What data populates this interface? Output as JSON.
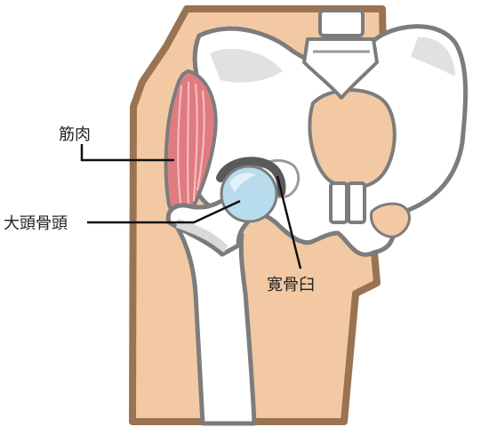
{
  "labels": {
    "muscle": "筋肉",
    "femoral_head": "大頭骨頭",
    "acetabulum": "寛骨臼"
  },
  "colors": {
    "skin": "#f2c9a3",
    "skin_outline": "#9a7352",
    "bone": "#ffffff",
    "bone_outline": "#7c7c7c",
    "bone_shadow": "#d9d9d9",
    "muscle": "#e07c80",
    "femoral_head": "#b9dcec",
    "acetabulum": "#5a5a5a",
    "leader_line": "#111111"
  }
}
